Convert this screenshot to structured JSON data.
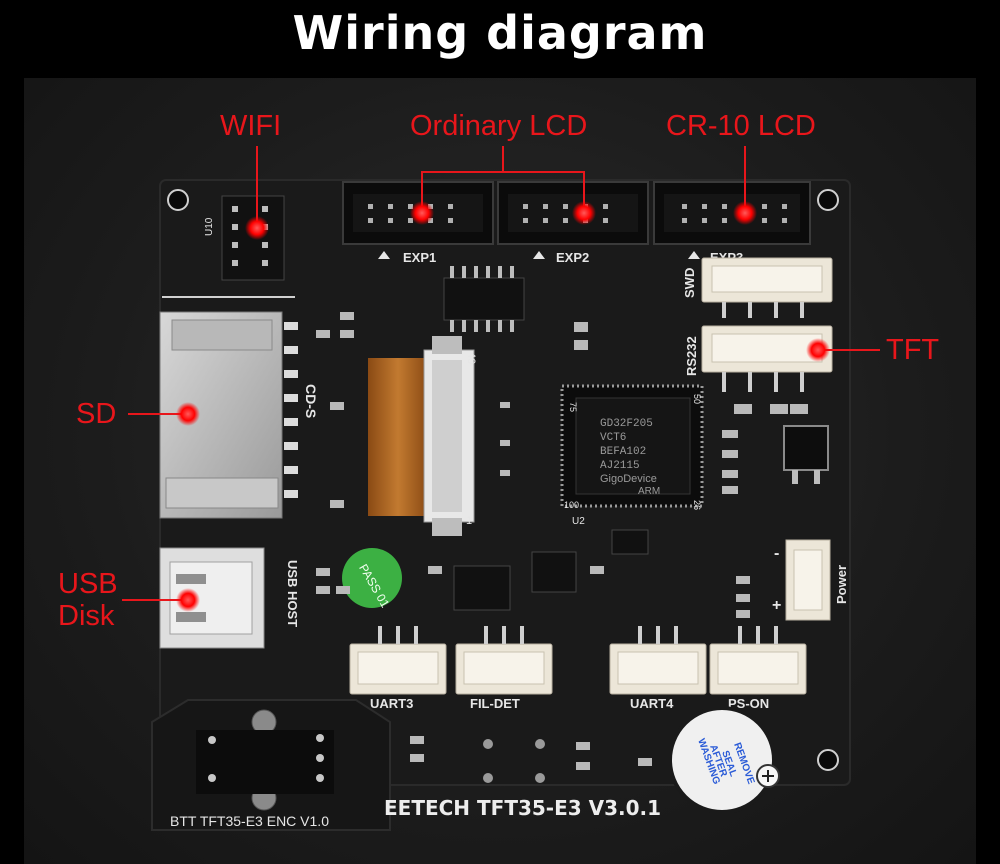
{
  "title": "Wiring diagram",
  "callouts": {
    "wifi": "WIFI",
    "ordinary_lcd": "Ordinary LCD",
    "cr10_lcd": "CR-10 LCD",
    "tft": "TFT",
    "sd": "SD",
    "usb_line1": "USB",
    "usb_line2": "Disk"
  },
  "silkscreen": {
    "u10": "U10",
    "exp1": "EXP1",
    "exp2": "EXP2",
    "exp3": "EXP3",
    "swd": "SWD",
    "rs232": "RS232",
    "cd_s": "CD-S",
    "usb_host": "USB HOST",
    "fpc_40": "40",
    "fpc_1": "1",
    "pin_75": "75",
    "pin_50": "50",
    "pin_100": "100",
    "pin_26": "26",
    "u2": "U2",
    "power": "Power",
    "minus": "-",
    "plus": "+",
    "uart3": "UART3",
    "fil_det": "FIL-DET",
    "uart4": "UART4",
    "ps_on": "PS-ON",
    "board_name": "EETECH TFT35-E3 V3.0.1",
    "enc_label": "BTT TFT35-E3 ENC V1.0"
  },
  "chip": {
    "line1": "GD32F205",
    "line2": "VCT6",
    "line3": "BEFA102",
    "line4": "AJ2115",
    "brand": "GigoDevice",
    "core": "ARM"
  },
  "sticker": "PASS 01",
  "buzzer": {
    "line1": "REMOVE",
    "line2": "SEAL",
    "line3": "AFTER",
    "line4": "WASHING"
  },
  "colors": {
    "accent_red": "#e8161b",
    "board": "#1a1a1a",
    "silk": "#e6e6e6",
    "connector": "#ece6d8",
    "pass_sticker": "#3cb043",
    "fpc_cable": "#b5651d"
  }
}
